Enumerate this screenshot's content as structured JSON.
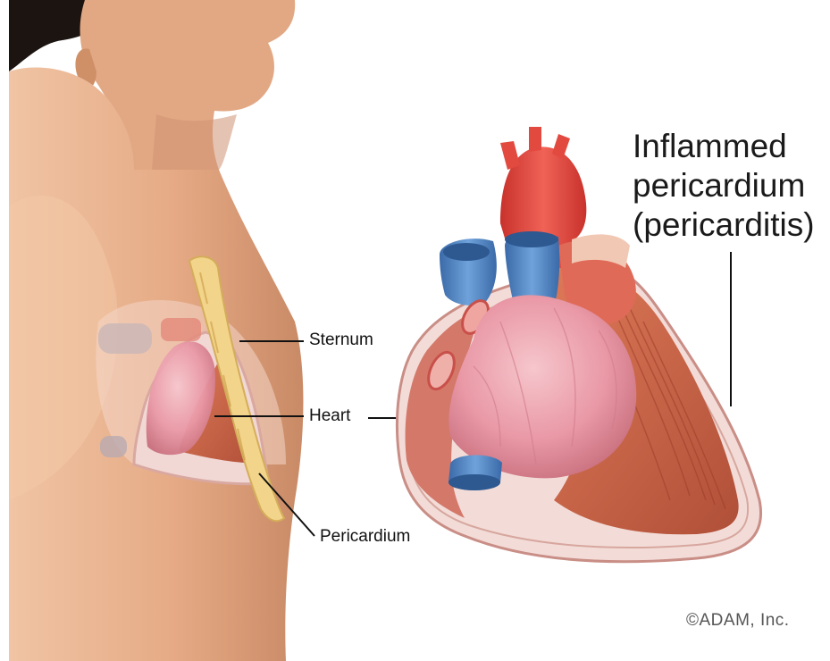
{
  "labels": {
    "sternum": "Sternum",
    "heart": "Heart",
    "pericardium": "Pericardium",
    "inflamed": [
      "Inflammed",
      "pericardium",
      "(pericarditis)"
    ]
  },
  "copyright": "©ADAM, Inc.",
  "colors": {
    "skin": "#e8b08c",
    "skin_shadow": "#c98a66",
    "hair": "#1c1410",
    "artery_red": "#e8524a",
    "vein_blue": "#4f86c6",
    "heart_pink": "#e89aa6",
    "muscle": "#c8684e",
    "sternum_yellow": "#f2d48a"
  }
}
